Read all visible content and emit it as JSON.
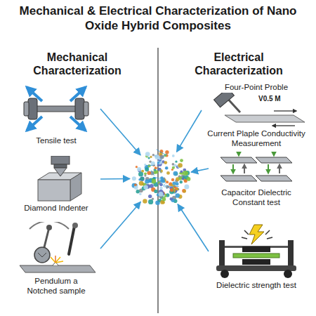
{
  "diagram": {
    "title": "Mechanical & Electrical Characterization of Nano Oxide Hybrid Composites",
    "nodes": [
      {
        "text": [
          "Tensile test"
        ]
      },
      {
        "text": [
          "Diamond Indenter"
        ]
      },
      {
        "text": [
          "Pendulum a Notched sample"
        ]
      },
      {
        "text": []
      },
      {
        "text": [
          "Four-Point Proble",
          "Current Plaple Conductivity Measurement"
        ]
      },
      {
        "text": [
          "Capacitor Dielectric Constant test"
        ]
      },
      {
        "text": [
          "Dielectric strength test"
        ]
      }
    ],
    "edges": [
      {
        "from": 0,
        "to": 3,
        "arrow": "to"
      },
      {
        "from": 1,
        "to": 3,
        "arrow": "to"
      },
      {
        "from": 2,
        "to": 3,
        "arrow": "to"
      },
      {
        "from": 4,
        "to": 3,
        "arrow": "to"
      },
      {
        "from": 5,
        "to": 3,
        "arrow": "to"
      },
      {
        "from": 6,
        "to": 3,
        "arrow": "to"
      }
    ],
    "labels": [
      "Mechanical Characterization",
      "Electrical Characterization",
      "V0.5 M"
    ]
  }
}
